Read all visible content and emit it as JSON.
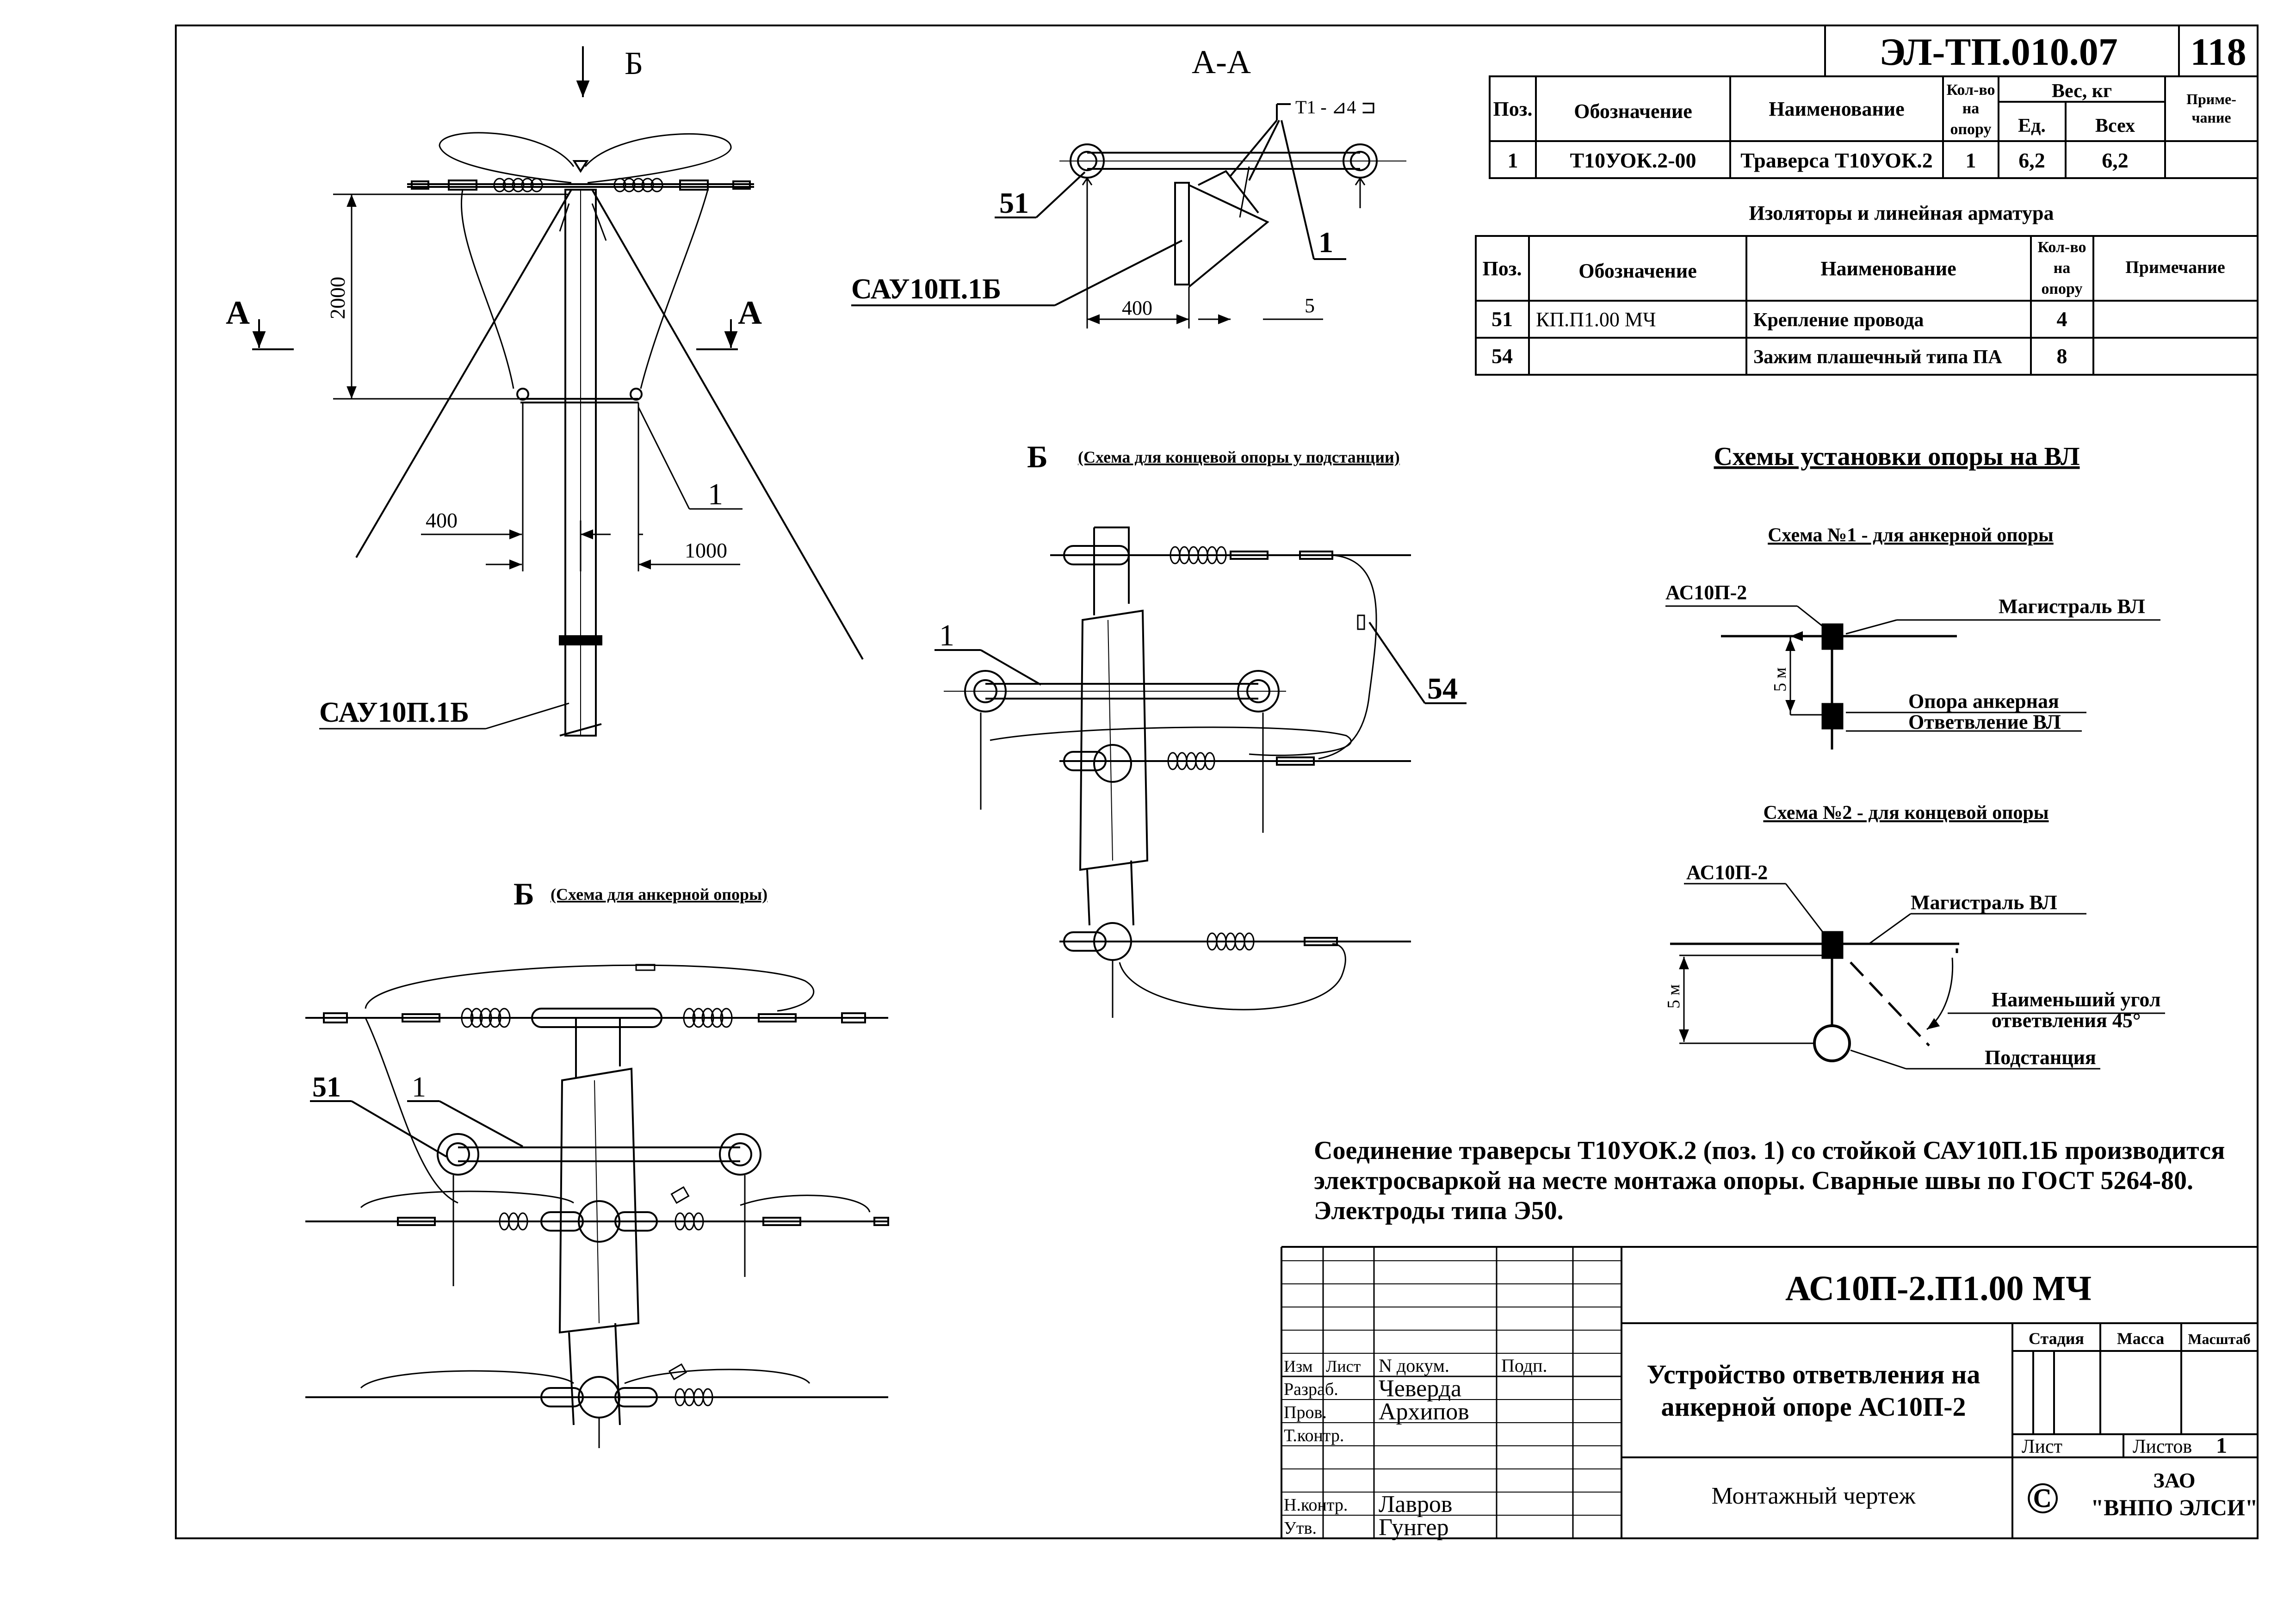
{
  "stamp": {
    "code": "ЭЛ-ТП.010.07",
    "sheet_no": "118"
  },
  "spec_table": {
    "headers": {
      "pos": "Поз.",
      "designation": "Обозначение",
      "name": "Наименование",
      "qty_l1": "Кол-во",
      "qty_l2": "на",
      "qty_l3": "опору",
      "weight": "Вес, кг",
      "weight_unit": "Ед.",
      "weight_total": "Всех",
      "note_l1": "Приме-",
      "note_l2": "чание"
    },
    "rows": [
      {
        "pos": "1",
        "designation": "Т10УОК.2-00",
        "name": "Траверса Т10УОК.2",
        "qty": "1",
        "unit": "6,2",
        "total": "6,2"
      }
    ]
  },
  "insulators_table": {
    "title": "Изоляторы и линейная арматура",
    "headers": {
      "pos": "Поз.",
      "designation": "Обозначение",
      "name": "Наименование",
      "qty_l1": "Кол-во",
      "qty_l2": "на",
      "qty_l3": "опору",
      "note": "Примечание"
    },
    "rows": [
      {
        "pos": "51",
        "designation": "КП.П1.00 МЧ",
        "name": "Крепление провода",
        "qty": "4"
      },
      {
        "pos": "54",
        "designation": "",
        "name": "Зажим плашечный типа ПА",
        "qty": "8"
      }
    ]
  },
  "main_view": {
    "section_b": "Б",
    "section_a_left": "А",
    "section_a_right": "А",
    "dim_2000": "2000",
    "dim_400": "400",
    "dim_1000": "1000",
    "callout_1": "1",
    "pole_label": "САУ10П.1Б"
  },
  "section_aa": {
    "title": "А-А",
    "weld": "T1 - ⊿4 ⊐",
    "callout_51": "51",
    "callout_1": "1",
    "pole_label": "САУ10П.1Б",
    "dim_400": "400",
    "dim_5": "5"
  },
  "view_b_end": {
    "letter": "Б",
    "caption": "(Схема для концевой опоры у подстанции)",
    "callout_1": "1",
    "callout_54": "54"
  },
  "view_b_anchor": {
    "letter": "Б",
    "caption": "(Схема для анкерной опоры)",
    "callout_51": "51",
    "callout_1": "1"
  },
  "schemes": {
    "title": "Схемы установки опоры на ВЛ",
    "scheme1": {
      "title": "Схема №1 - для анкерной опоры",
      "label_pole": "АС10П-2",
      "label_main": "Магистраль ВЛ",
      "label_dist": "5 м",
      "label_anchor": "Опора анкерная",
      "label_branch": "Ответвление ВЛ"
    },
    "scheme2": {
      "title": "Схема №2 - для концевой опоры",
      "label_pole": "АС10П-2",
      "label_main": "Магистраль ВЛ",
      "label_dist": "5 м",
      "label_angle_l1": "Наименьший угол",
      "label_angle_l2": "ответвления 45°",
      "label_substation": "Подстанция"
    }
  },
  "note": {
    "line1": "Соединение траверсы Т10УОК.2 (поз. 1) со стойкой САУ10П.1Б производится",
    "line2": "электросваркой на месте монтажа опоры. Сварные швы  по ГОСТ 5264-80.",
    "line3": "Электроды типа Э50."
  },
  "title_block": {
    "doc_code": "АС10П-2.П1.00 МЧ",
    "title_l1": "Устройство ответвления на",
    "title_l2": "анкерной опоре АС10П-2",
    "doc_type": "Монтажный чертеж",
    "stage_label": "Стадия",
    "mass_label": "Масса",
    "scale_label": "Масштаб",
    "sheet_label": "Лист",
    "sheets_label": "Листов",
    "sheets_count": "1",
    "company_l1": "ЗАО",
    "company_l2": "\"ВНПО ЭЛСИ\"",
    "copyright": "©",
    "col_izm": "Изм",
    "col_list": "Лист",
    "col_ndoc": "N докум.",
    "col_podp": "Подп.",
    "roles": [
      {
        "role": "Разраб.",
        "name": "Чеверда"
      },
      {
        "role": "Пров.",
        "name": "Архипов"
      },
      {
        "role": "Т.контр.",
        "name": ""
      },
      {
        "role": "Н.контр.",
        "name": "Лавров"
      },
      {
        "role": "Утв.",
        "name": "Гунгер"
      }
    ]
  }
}
